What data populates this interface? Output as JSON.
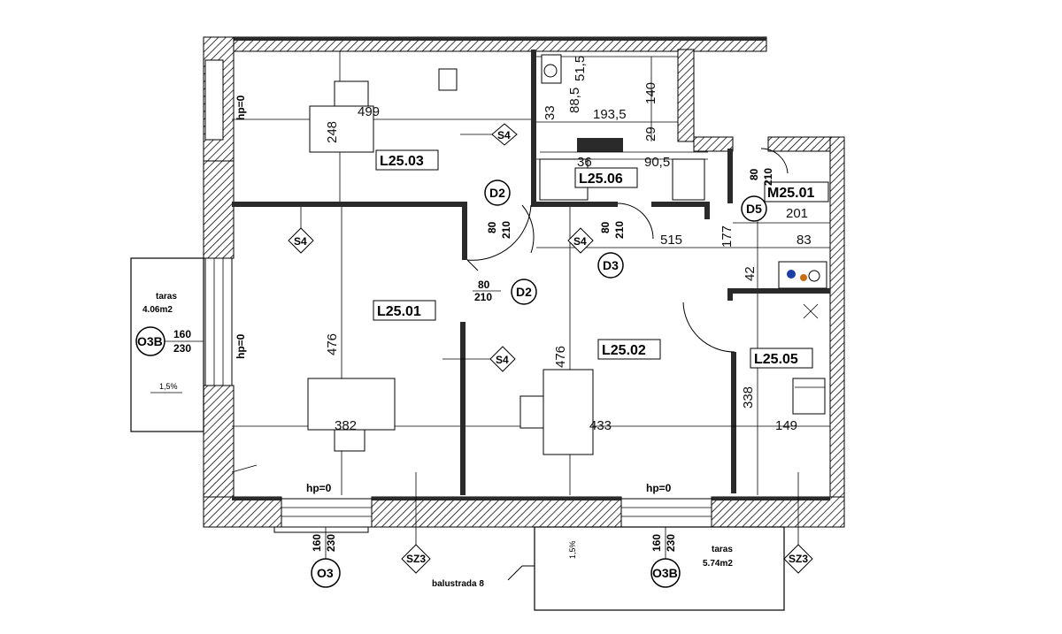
{
  "rooms": {
    "r1": "L25.03",
    "r2": "L25.06",
    "r3": "M25.01",
    "r4": "L25.01",
    "r5": "L25.02",
    "r6": "L25.05"
  },
  "dimensions": {
    "d_499": "499",
    "d_248": "248",
    "d_33": "33",
    "d_88_5": "88,5",
    "d_51_5": "51,5",
    "d_193_5": "193,5",
    "d_140": "140",
    "d_29": "29",
    "d_36": "36",
    "d_90_5": "90,5",
    "d_515": "515",
    "d_177": "177",
    "d_83": "83",
    "d_201": "201",
    "d_42": "42",
    "d_476a": "476",
    "d_476b": "476",
    "d_382": "382",
    "d_433": "433",
    "d_338": "338",
    "d_149": "149"
  },
  "doors": {
    "d2_top_w": "80",
    "d2_top_h": "210",
    "d2_top_label": "D2",
    "d3_w": "80",
    "d3_h": "210",
    "d3_label": "D3",
    "d2_mid_w": "80",
    "d2_mid_h": "210",
    "d2_mid_label": "D2",
    "d5_w": "80",
    "d5_h": "210",
    "d5_label": "D5"
  },
  "windows": {
    "left_label": "O3B",
    "left_w": "160",
    "left_h": "230",
    "bottom_left_label": "O3",
    "bottom_left_w": "160",
    "bottom_left_h": "230",
    "bottom_right_label": "O3B",
    "bottom_right_w": "160",
    "bottom_right_h": "230"
  },
  "markers": {
    "s4_a": "S4",
    "s4_b": "S4",
    "s4_c": "S4",
    "s4_d": "S4",
    "sz3_a": "SZ3",
    "sz3_b": "SZ3"
  },
  "hp": {
    "hp_left_top": "hp=0",
    "hp_left_mid": "hp=0",
    "hp_bottom_left": "hp=0",
    "hp_bottom_right": "hp=0"
  },
  "terraces": {
    "left_title": "taras",
    "left_area": "4.06m2",
    "left_slope": "1,5%",
    "right_title": "taras",
    "right_area": "5.74m2",
    "right_slope": "1,5%"
  },
  "railing": "balustrada 8",
  "colors": {
    "wall": "#2a2a2a",
    "line": "#000000",
    "background": "#ffffff"
  }
}
